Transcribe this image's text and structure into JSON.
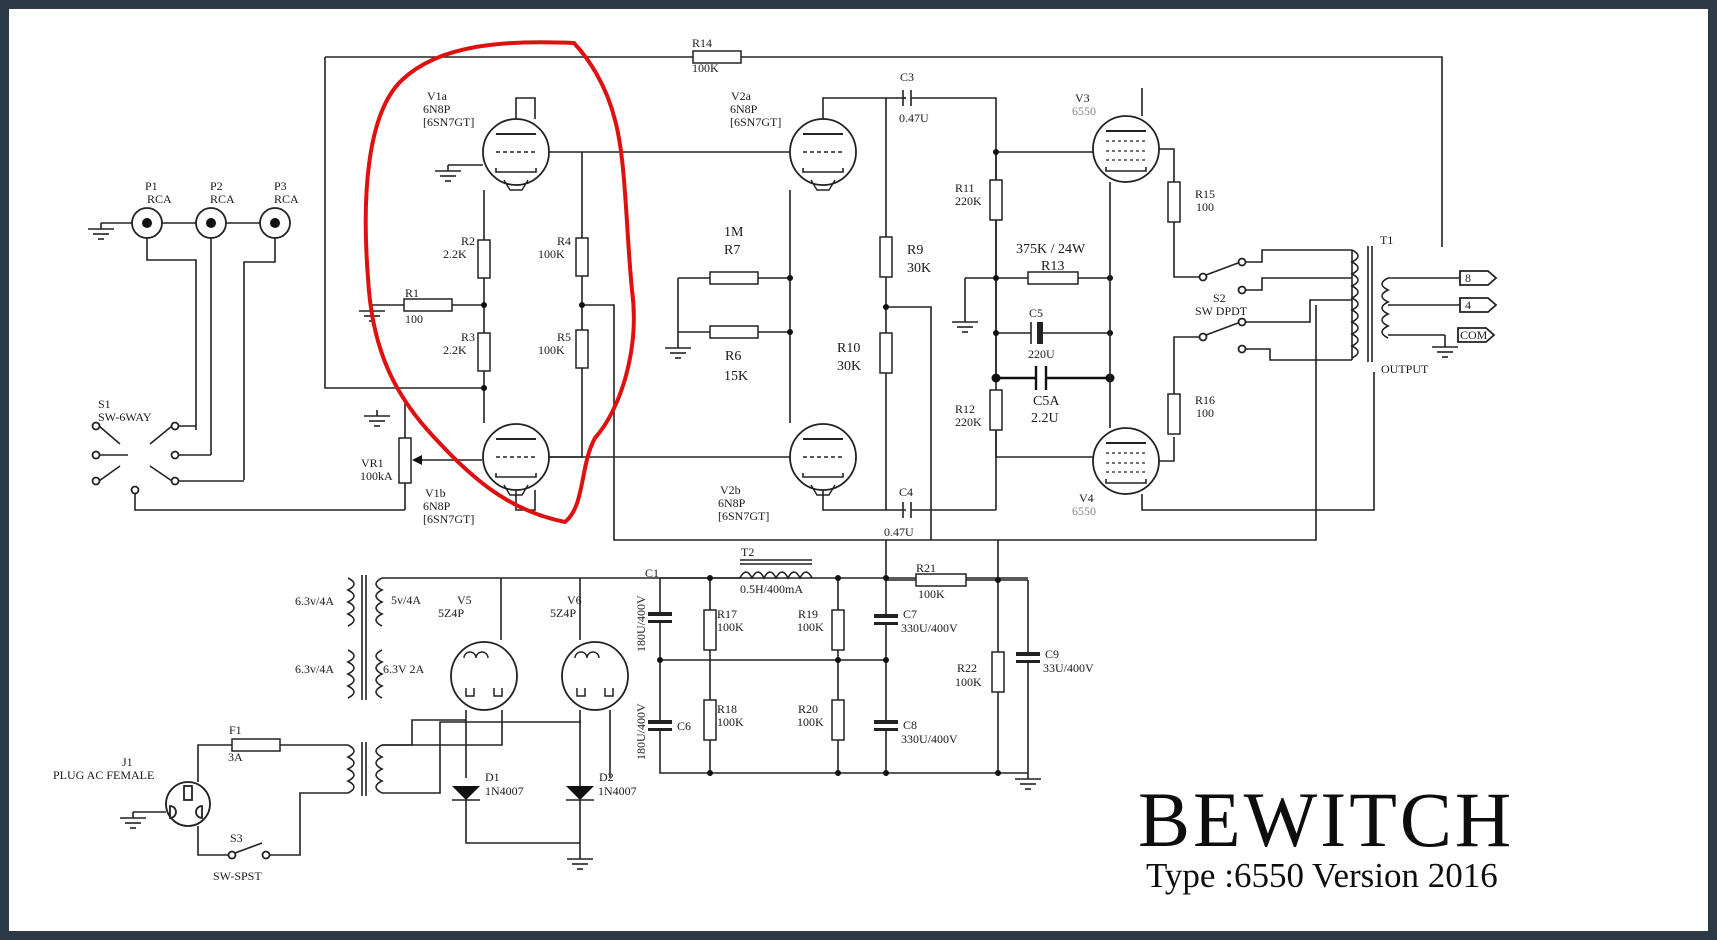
{
  "title": {
    "brand": "BEWITCH",
    "subtitle": "Type :6550 Version 2016"
  },
  "inputs": [
    {
      "ref": "P1",
      "type": "RCA"
    },
    {
      "ref": "P2",
      "type": "RCA"
    },
    {
      "ref": "P3",
      "type": "RCA"
    }
  ],
  "switches": {
    "s1": {
      "ref": "S1",
      "type": "SW-6WAY"
    },
    "s2": {
      "ref": "S2",
      "type": "SW DPDT"
    },
    "s3": {
      "ref": "S3",
      "type": "SW-SPST"
    }
  },
  "tubes": {
    "v1a": {
      "ref": "V1a",
      "type": "6N8P",
      "alt": "[6SN7GT]"
    },
    "v1b": {
      "ref": "V1b",
      "type": "6N8P",
      "alt": "[6SN7GT]"
    },
    "v2a": {
      "ref": "V2a",
      "type": "6N8P",
      "alt": "[6SN7GT]"
    },
    "v2b": {
      "ref": "V2b",
      "type": "6N8P",
      "alt": "[6SN7GT]"
    },
    "v3": {
      "ref": "V3",
      "type": "6550"
    },
    "v4": {
      "ref": "V4",
      "type": "6550"
    },
    "v5": {
      "ref": "V5",
      "type": "5Z4P"
    },
    "v6": {
      "ref": "V6",
      "type": "5Z4P"
    }
  },
  "resistors": {
    "r1": {
      "ref": "R1",
      "value": "100"
    },
    "r2": {
      "ref": "R2",
      "value": "2.2K"
    },
    "r3": {
      "ref": "R3",
      "value": "2.2K"
    },
    "r4": {
      "ref": "R4",
      "value": "100K"
    },
    "r5": {
      "ref": "R5",
      "value": "100K"
    },
    "r6": {
      "ref": "R6",
      "value": "15K"
    },
    "r7": {
      "ref": "R7",
      "value": "1M"
    },
    "r9": {
      "ref": "R9",
      "value": "30K"
    },
    "r10": {
      "ref": "R10",
      "value": "30K"
    },
    "r11": {
      "ref": "R11",
      "value": "220K"
    },
    "r12": {
      "ref": "R12",
      "value": "220K"
    },
    "r13": {
      "ref": "R13",
      "value": "375K / 24W"
    },
    "r14": {
      "ref": "R14",
      "value": "100K"
    },
    "r15": {
      "ref": "R15",
      "value": "100"
    },
    "r16": {
      "ref": "R16",
      "value": "100"
    },
    "r17": {
      "ref": "R17",
      "value": "100K"
    },
    "r18": {
      "ref": "R18",
      "value": "100K"
    },
    "r19": {
      "ref": "R19",
      "value": "100K"
    },
    "r20": {
      "ref": "R20",
      "value": "100K"
    },
    "r21": {
      "ref": "R21",
      "value": "100K"
    },
    "r22": {
      "ref": "R22",
      "value": "100K"
    },
    "vr1": {
      "ref": "VR1",
      "value": "100kA"
    }
  },
  "capacitors": {
    "c1": {
      "ref": "C1",
      "value": "180U/400V"
    },
    "c3": {
      "ref": "C3",
      "value": "0.47U"
    },
    "c4": {
      "ref": "C4",
      "value": "0.47U"
    },
    "c5": {
      "ref": "C5",
      "value": "220U"
    },
    "c5a": {
      "ref": "C5A",
      "value": "2.2U"
    },
    "c6": {
      "ref": "C6",
      "value": "180U/400V"
    },
    "c7": {
      "ref": "C7",
      "value": "330U/400V"
    },
    "c8": {
      "ref": "C8",
      "value": "330U/400V"
    },
    "c9": {
      "ref": "C9",
      "value": "33U/400V"
    }
  },
  "transformers": {
    "t1": {
      "ref": "T1",
      "label": "OUTPUT",
      "taps": [
        "8",
        "4",
        "COM"
      ]
    },
    "t2": {
      "ref": "T2",
      "value": "0.5H/400mA"
    },
    "power": {
      "w1": "6.3v/4A",
      "w2": "6.3v/4A",
      "w3": "5v/4A",
      "w4": "6.3V 2A"
    }
  },
  "diodes": {
    "d1": {
      "ref": "D1",
      "type": "1N4007"
    },
    "d2": {
      "ref": "D2",
      "type": "1N4007"
    }
  },
  "fuse": {
    "ref": "F1",
    "value": "3A"
  },
  "plug": {
    "ref": "J1",
    "type": "PLUG AC FEMALE"
  },
  "colors": {
    "annotation": "#e01010",
    "frame": "#2c3947",
    "paper": "#ffffff",
    "ink": "#1a1a1a"
  }
}
